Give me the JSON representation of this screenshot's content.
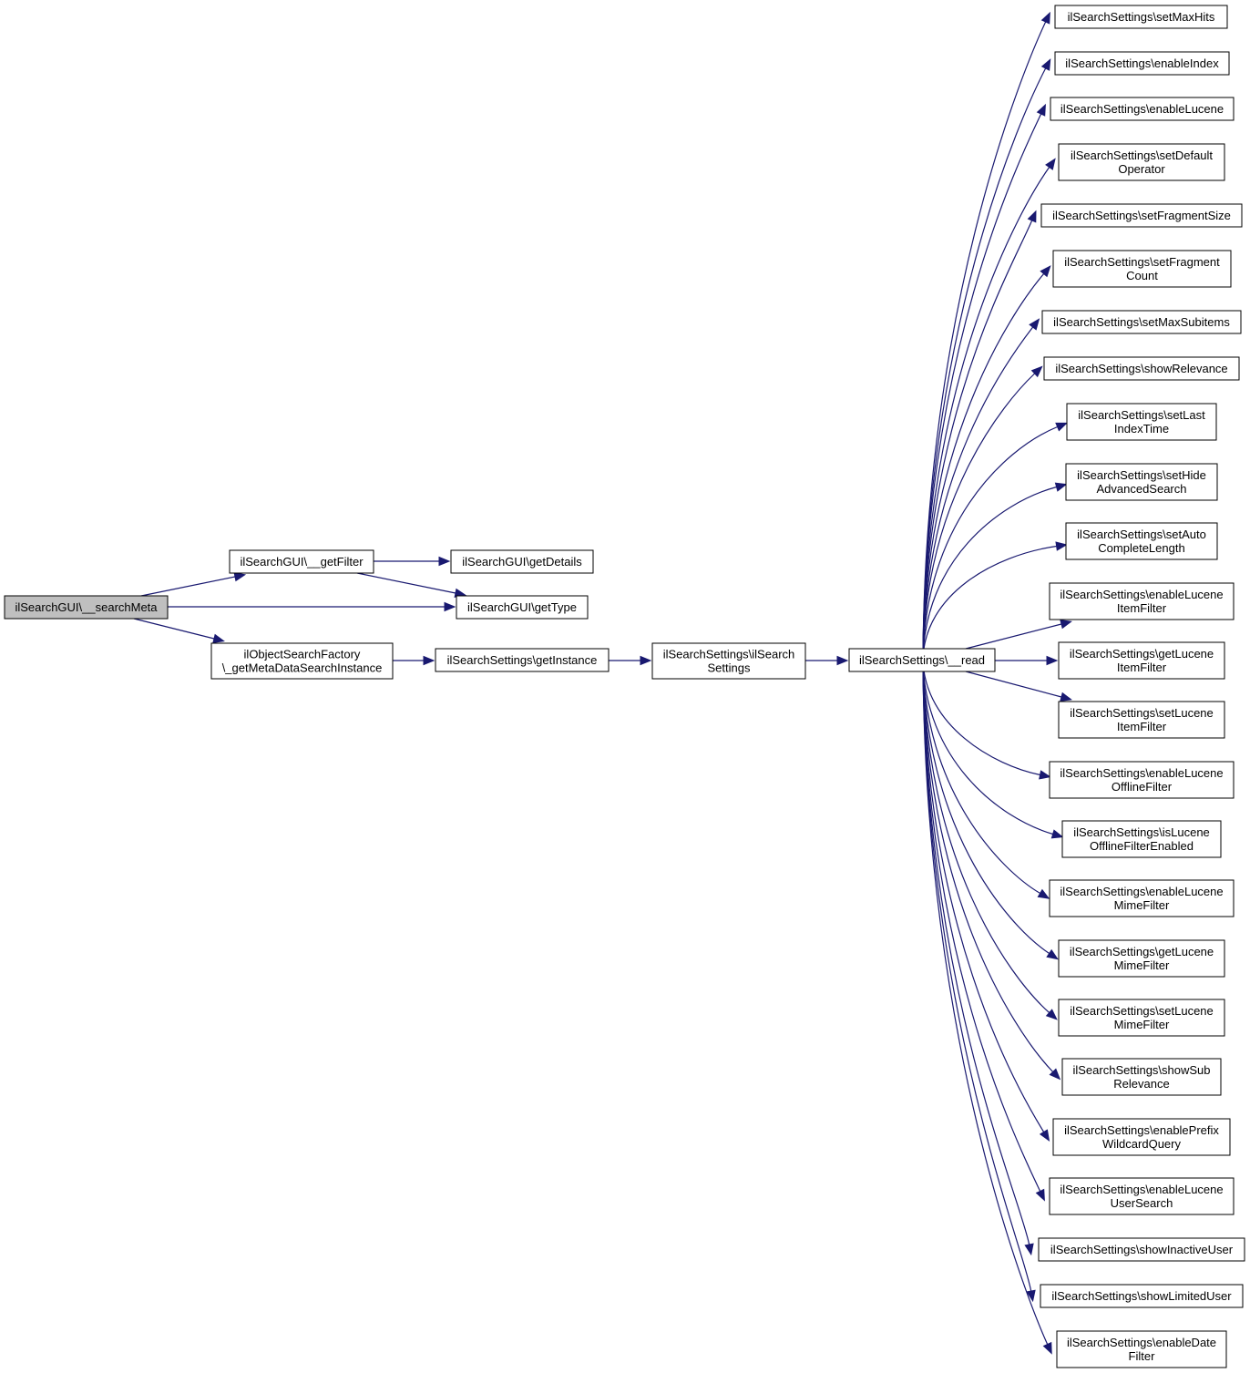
{
  "colors": {
    "edge": "#191970",
    "root_fill": "#bfbfbf",
    "node_fill": "#ffffff",
    "node_border": "#000000"
  },
  "nodes": [
    {
      "id": "searchMeta",
      "lines": [
        "ilSearchGUI\\__searchMeta"
      ],
      "root": true
    },
    {
      "id": "getFilter",
      "lines": [
        "ilSearchGUI\\__getFilter"
      ]
    },
    {
      "id": "getDetails",
      "lines": [
        "ilSearchGUI\\getDetails"
      ]
    },
    {
      "id": "getType",
      "lines": [
        "ilSearchGUI\\getType"
      ]
    },
    {
      "id": "getMetaDataSearchInstance",
      "lines": [
        "ilObjectSearchFactory",
        "\\_getMetaDataSearchInstance"
      ]
    },
    {
      "id": "getInstance",
      "lines": [
        "ilSearchSettings\\getInstance"
      ]
    },
    {
      "id": "ctor",
      "lines": [
        "ilSearchSettings\\ilSearch",
        "Settings"
      ]
    },
    {
      "id": "read",
      "lines": [
        "ilSearchSettings\\__read"
      ]
    },
    {
      "id": "setMaxHits",
      "lines": [
        "ilSearchSettings\\setMaxHits"
      ]
    },
    {
      "id": "enableIndex",
      "lines": [
        "ilSearchSettings\\enableIndex"
      ]
    },
    {
      "id": "enableLucene",
      "lines": [
        "ilSearchSettings\\enableLucene"
      ]
    },
    {
      "id": "setDefaultOperator",
      "lines": [
        "ilSearchSettings\\setDefault",
        "Operator"
      ]
    },
    {
      "id": "setFragmentSize",
      "lines": [
        "ilSearchSettings\\setFragmentSize"
      ]
    },
    {
      "id": "setFragmentCount",
      "lines": [
        "ilSearchSettings\\setFragment",
        "Count"
      ]
    },
    {
      "id": "setMaxSubitems",
      "lines": [
        "ilSearchSettings\\setMaxSubitems"
      ]
    },
    {
      "id": "showRelevance",
      "lines": [
        "ilSearchSettings\\showRelevance"
      ]
    },
    {
      "id": "setLastIndexTime",
      "lines": [
        "ilSearchSettings\\setLast",
        "IndexTime"
      ]
    },
    {
      "id": "setHideAdvancedSearch",
      "lines": [
        "ilSearchSettings\\setHide",
        "AdvancedSearch"
      ]
    },
    {
      "id": "setAutoCompleteLength",
      "lines": [
        "ilSearchSettings\\setAuto",
        "CompleteLength"
      ]
    },
    {
      "id": "enableLuceneItemFilter",
      "lines": [
        "ilSearchSettings\\enableLucene",
        "ItemFilter"
      ]
    },
    {
      "id": "getLuceneItemFilter",
      "lines": [
        "ilSearchSettings\\getLucene",
        "ItemFilter"
      ]
    },
    {
      "id": "setLuceneItemFilter",
      "lines": [
        "ilSearchSettings\\setLucene",
        "ItemFilter"
      ]
    },
    {
      "id": "enableLuceneOfflineFilter",
      "lines": [
        "ilSearchSettings\\enableLucene",
        "OfflineFilter"
      ]
    },
    {
      "id": "isLuceneOfflineFilterEnabled",
      "lines": [
        "ilSearchSettings\\isLucene",
        "OfflineFilterEnabled"
      ]
    },
    {
      "id": "enableLuceneMimeFilter",
      "lines": [
        "ilSearchSettings\\enableLucene",
        "MimeFilter"
      ]
    },
    {
      "id": "getLuceneMimeFilter",
      "lines": [
        "ilSearchSettings\\getLucene",
        "MimeFilter"
      ]
    },
    {
      "id": "setLuceneMimeFilter",
      "lines": [
        "ilSearchSettings\\setLucene",
        "MimeFilter"
      ]
    },
    {
      "id": "showSubRelevance",
      "lines": [
        "ilSearchSettings\\showSub",
        "Relevance"
      ]
    },
    {
      "id": "enablePrefixWildcardQuery",
      "lines": [
        "ilSearchSettings\\enablePrefix",
        "WildcardQuery"
      ]
    },
    {
      "id": "enableLuceneUserSearch",
      "lines": [
        "ilSearchSettings\\enableLucene",
        "UserSearch"
      ]
    },
    {
      "id": "showInactiveUser",
      "lines": [
        "ilSearchSettings\\showInactiveUser"
      ]
    },
    {
      "id": "showLimitedUser",
      "lines": [
        "ilSearchSettings\\showLimitedUser"
      ]
    },
    {
      "id": "enableDateFilter",
      "lines": [
        "ilSearchSettings\\enableDate",
        "Filter"
      ]
    }
  ],
  "edges": [
    [
      "searchMeta",
      "getFilter"
    ],
    [
      "searchMeta",
      "getType"
    ],
    [
      "searchMeta",
      "getMetaDataSearchInstance"
    ],
    [
      "getFilter",
      "getDetails"
    ],
    [
      "getFilter",
      "getType"
    ],
    [
      "getMetaDataSearchInstance",
      "getInstance"
    ],
    [
      "getInstance",
      "ctor"
    ],
    [
      "ctor",
      "read"
    ],
    [
      "read",
      "setMaxHits"
    ],
    [
      "read",
      "enableIndex"
    ],
    [
      "read",
      "enableLucene"
    ],
    [
      "read",
      "setDefaultOperator"
    ],
    [
      "read",
      "setFragmentSize"
    ],
    [
      "read",
      "setFragmentCount"
    ],
    [
      "read",
      "setMaxSubitems"
    ],
    [
      "read",
      "showRelevance"
    ],
    [
      "read",
      "setLastIndexTime"
    ],
    [
      "read",
      "setHideAdvancedSearch"
    ],
    [
      "read",
      "setAutoCompleteLength"
    ],
    [
      "read",
      "enableLuceneItemFilter"
    ],
    [
      "read",
      "getLuceneItemFilter"
    ],
    [
      "read",
      "setLuceneItemFilter"
    ],
    [
      "read",
      "enableLuceneOfflineFilter"
    ],
    [
      "read",
      "isLuceneOfflineFilterEnabled"
    ],
    [
      "read",
      "enableLuceneMimeFilter"
    ],
    [
      "read",
      "getLuceneMimeFilter"
    ],
    [
      "read",
      "setLuceneMimeFilter"
    ],
    [
      "read",
      "showSubRelevance"
    ],
    [
      "read",
      "enablePrefixWildcardQuery"
    ],
    [
      "read",
      "enableLuceneUserSearch"
    ],
    [
      "read",
      "showInactiveUser"
    ],
    [
      "read",
      "showLimitedUser"
    ],
    [
      "read",
      "enableDateFilter"
    ]
  ]
}
